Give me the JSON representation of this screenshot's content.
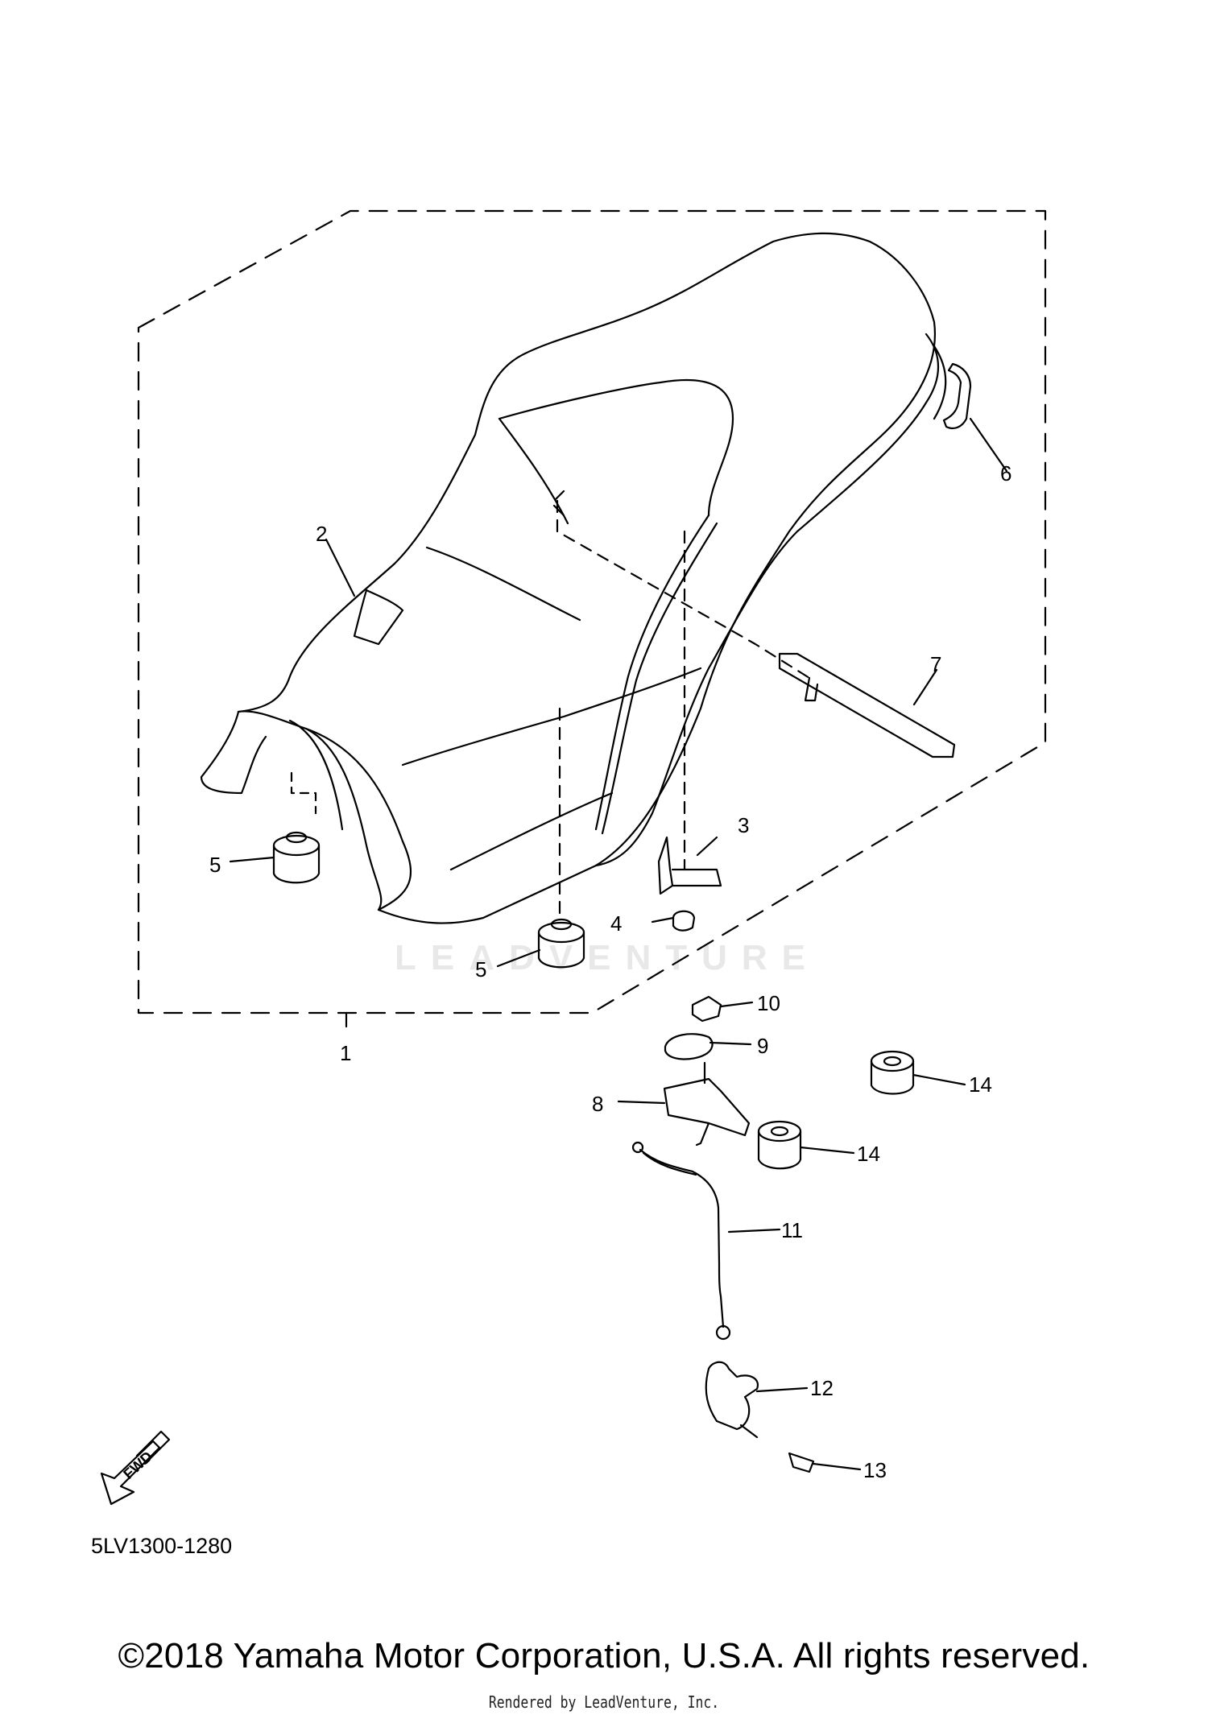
{
  "diagram": {
    "callouts": [
      {
        "id": "1",
        "label": "1"
      },
      {
        "id": "2",
        "label": "2"
      },
      {
        "id": "3",
        "label": "3"
      },
      {
        "id": "4",
        "label": "4"
      },
      {
        "id": "5a",
        "label": "5"
      },
      {
        "id": "5b",
        "label": "5"
      },
      {
        "id": "6",
        "label": "6"
      },
      {
        "id": "7",
        "label": "7"
      },
      {
        "id": "8",
        "label": "8"
      },
      {
        "id": "9",
        "label": "9"
      },
      {
        "id": "10",
        "label": "10"
      },
      {
        "id": "11",
        "label": "11"
      },
      {
        "id": "12",
        "label": "12"
      },
      {
        "id": "13",
        "label": "13"
      },
      {
        "id": "14a",
        "label": "14"
      },
      {
        "id": "14b",
        "label": "14"
      }
    ],
    "fwd_label": "FWD",
    "diagram_code": "5LV1300-1280",
    "watermark": "LEADVENTURE"
  },
  "footer": {
    "copyright": "©2018 Yamaha Motor Corporation, U.S.A. All rights reserved.",
    "rendered_by": "Rendered by LeadVenture, Inc."
  }
}
